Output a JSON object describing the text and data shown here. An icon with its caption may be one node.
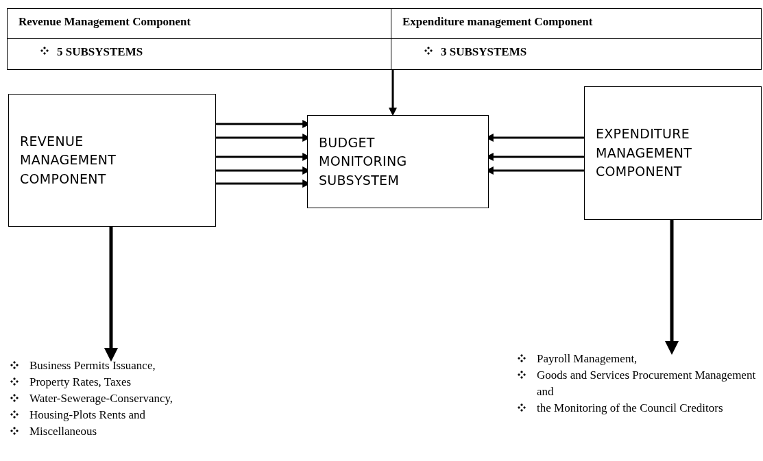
{
  "diagram": {
    "nodes": [
      {
        "text": [
          "Revenue Management Component",
          "5 SUBSYSTEMS",
          "Expenditure management Component",
          "3 SUBSYSTEMS"
        ]
      },
      {
        "text": [
          "REVENUE MANAGEMENT COMPONENT"
        ]
      },
      {
        "text": [
          "BUDGET MONITORING SUBSYSTEM"
        ]
      },
      {
        "text": [
          "EXPENDITURE MANAGEMENT COMPONENT"
        ]
      },
      {
        "text": [
          "Business Permits Issuance,",
          "Property Rates, Taxes",
          "Water-Sewerage-Conservancy,",
          "Housing-Plots Rents and",
          "Miscellaneous"
        ]
      },
      {
        "text": [
          "Payroll Management,",
          "Goods and Services Procurement Management and",
          "the Monitoring of the Council Creditors"
        ]
      }
    ],
    "edges": [
      {
        "from": 0,
        "to": 2,
        "arrow": "to"
      },
      {
        "from": 1,
        "to": 2,
        "arrow": "to"
      },
      {
        "from": 1,
        "to": 2,
        "arrow": "to"
      },
      {
        "from": 1,
        "to": 2,
        "arrow": "to"
      },
      {
        "from": 1,
        "to": 2,
        "arrow": "to"
      },
      {
        "from": 1,
        "to": 2,
        "arrow": "to"
      },
      {
        "from": 3,
        "to": 2,
        "arrow": "to"
      },
      {
        "from": 3,
        "to": 2,
        "arrow": "to"
      },
      {
        "from": 3,
        "to": 2,
        "arrow": "to"
      },
      {
        "from": 1,
        "to": 4,
        "arrow": "to"
      },
      {
        "from": 3,
        "to": 5,
        "arrow": "to"
      }
    ]
  }
}
